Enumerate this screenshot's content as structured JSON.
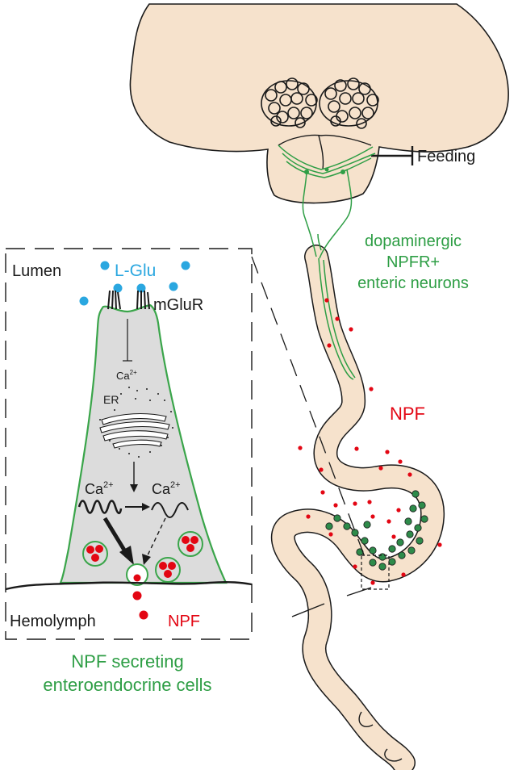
{
  "labels": {
    "feeding": "Feeding",
    "neurons_line1": "dopaminergic",
    "neurons_line2": "NPFR+",
    "neurons_line3": "enteric neurons",
    "npf_gut": "NPF",
    "lumen": "Lumen",
    "l_glu": "L-Glu",
    "mglur": "mGluR",
    "ca_top": "Ca",
    "ca_top_sup": "2+",
    "er": "ER",
    "ca_left": "Ca",
    "ca_left_sup": "2+",
    "ca_right": "Ca",
    "ca_right_sup": "2+",
    "hemolymph": "Hemolymph",
    "npf_inset": "NPF",
    "caption_line1": "NPF secreting",
    "caption_line2": "enteroendocrine cells"
  },
  "colors": {
    "tissue": "#f6e2cc",
    "outline": "#1a1a1a",
    "neuron_green": "#2e9e45",
    "cell_green": "#3aa54a",
    "eec_dot": "#2e8b4a",
    "npf_red": "#e30613",
    "glutamate_blue": "#2aa7e0",
    "cell_fill": "#dcdcdc"
  }
}
